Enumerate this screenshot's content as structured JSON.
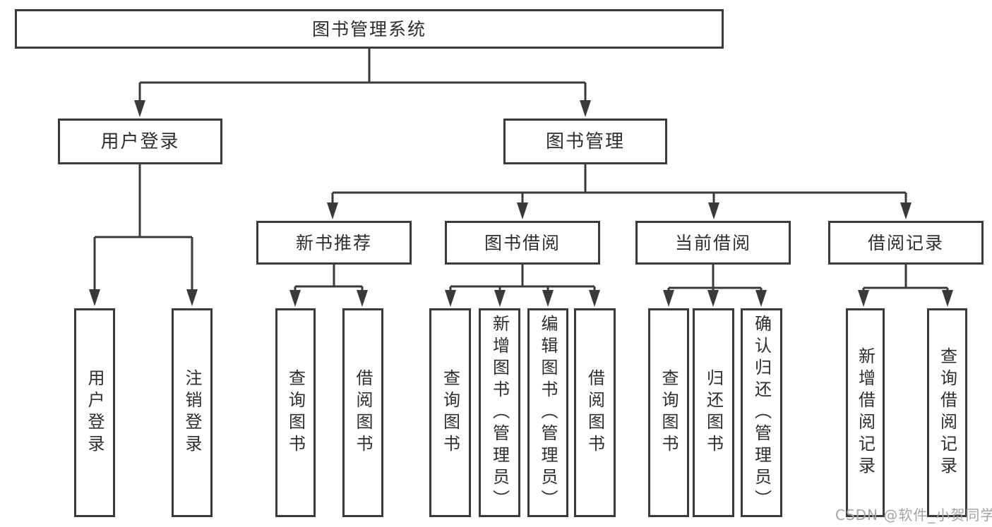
{
  "diagram_title": "图书管理系统",
  "colors": {
    "line": "#3a3a3a",
    "text": "#2e2e2e",
    "watermark_gray": "#a3a3a3"
  },
  "tree": {
    "label": "图书管理系统",
    "children": [
      {
        "label": "用户登录",
        "children": [
          {
            "label": "用户登录"
          },
          {
            "label": "注销登录"
          }
        ]
      },
      {
        "label": "图书管理",
        "children": [
          {
            "label": "新书推荐",
            "children": [
              {
                "label": "查询图书"
              },
              {
                "label": "借阅图书"
              }
            ]
          },
          {
            "label": "图书借阅",
            "children": [
              {
                "label": "查询图书"
              },
              {
                "label": "新增图书（管理员）"
              },
              {
                "label": "编辑图书（管理员）"
              },
              {
                "label": "借阅图书"
              }
            ]
          },
          {
            "label": "当前借阅",
            "children": [
              {
                "label": "查询图书"
              },
              {
                "label": "归还图书"
              },
              {
                "label": "确认归还（管理员）"
              }
            ]
          },
          {
            "label": "借阅记录",
            "children": [
              {
                "label": "新增借阅记录"
              },
              {
                "label": "查询借阅记录"
              }
            ]
          }
        ]
      }
    ]
  },
  "watermark": {
    "text": "CSDN @软件_小贺同学"
  }
}
